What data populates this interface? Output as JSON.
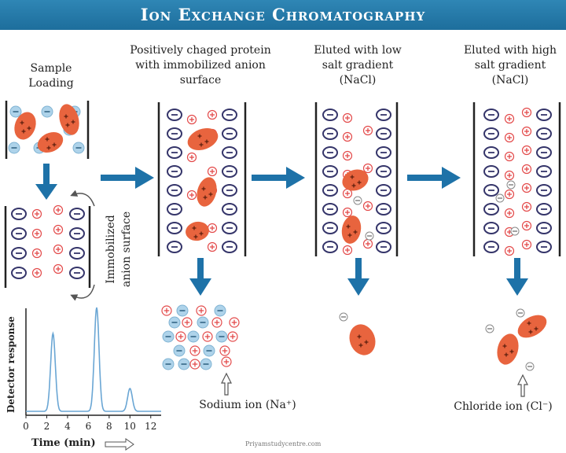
{
  "header": {
    "title": "Ion Exchange Chromatography"
  },
  "labels": {
    "sample_loading": [
      "Sample",
      "Loading"
    ],
    "column2": [
      "Positively chaged protein",
      "with immobilized anion",
      "surface"
    ],
    "column3": [
      "Eluted with low",
      "salt gradient",
      "(NaCl)"
    ],
    "column4": [
      "Eluted with high",
      "salt gradient",
      "(NaCl)"
    ],
    "immobilized": [
      "Immobilized",
      "anion surface"
    ],
    "sodium_ion": "Sodium ion (Na⁺)",
    "chloride_ion": "Chloride ion (Cl⁻)",
    "watermark": "Priyamstudycentre.com"
  },
  "chart_data": {
    "type": "line",
    "xlabel": "Time (min)",
    "ylabel": "Detector response",
    "x_ticks": [
      "0",
      "2",
      "4",
      "6",
      "8",
      "10",
      "12"
    ],
    "xlim": [
      0,
      13
    ],
    "peaks": [
      {
        "x": 2.6,
        "height": 0.75
      },
      {
        "x": 6.8,
        "height": 1.0
      },
      {
        "x": 10.0,
        "height": 0.22
      }
    ]
  },
  "colors": {
    "banner": "#2f86b5",
    "arrow": "#1e72a8",
    "protein": "#e8643e",
    "anion": "#aed3ea",
    "cation_ring": "#e34a4a",
    "trace": "#6aa6d4"
  }
}
